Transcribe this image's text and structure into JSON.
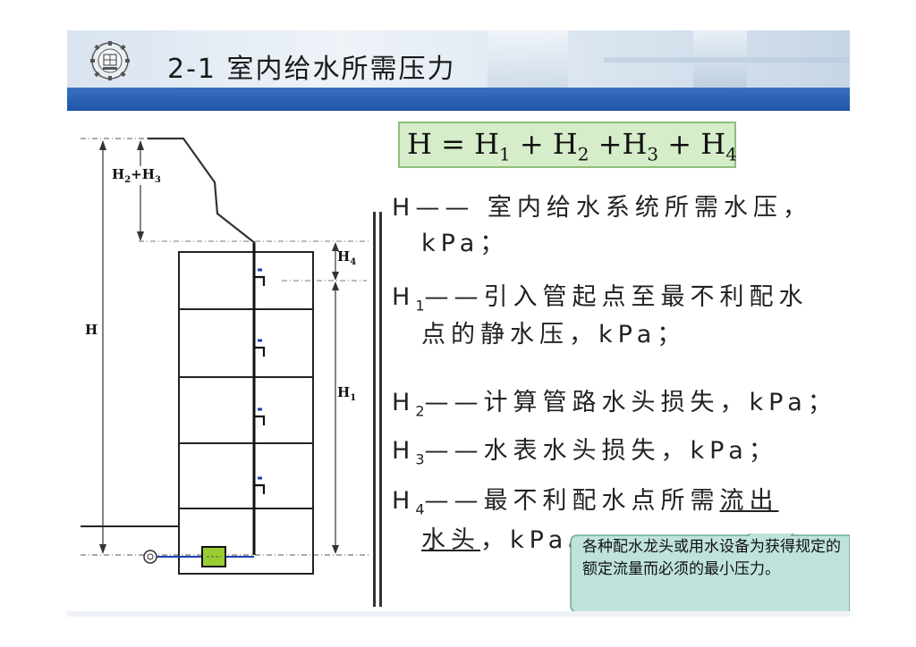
{
  "slide": {
    "title": "2-1 室内给水所需压力",
    "formula": {
      "H": "H",
      "eq": " = ",
      "H1": "H",
      "s1": "1",
      "plus1": " + ",
      "H2": "H",
      "s2": "2",
      "plus2": " +",
      "H3": "H",
      "s3": "3",
      "plus3": " + ",
      "H4": "H",
      "s4": "4"
    },
    "definitions": {
      "h": {
        "sym": "H",
        "line1": "—— 室内给水系统所需水压，",
        "line2": "kPa；"
      },
      "h1": {
        "sym": "H",
        "sub": "1",
        "line1": "——引入管起点至最不利配水",
        "line2": "点的静水压，kPa；"
      },
      "h2": {
        "sym": "H",
        "sub": "2",
        "line1": "——计算管路水头损失，kPa；"
      },
      "h3": {
        "sym": "H",
        "sub": "3",
        "line1": "——水表水头损失，kPa；"
      },
      "h4": {
        "sym": "H",
        "sub": "4",
        "line1a": "——最不利配水点所需",
        "line1b": "流出",
        "line2a": "水头",
        "line2b": "，kPa。"
      }
    },
    "callout": "各种配水龙头或用水设备为获得规定的额定流量而必须的最小压力。",
    "diagram": {
      "label_h2h3": "H",
      "label_h2h3_sub2": "2",
      "label_h2h3_plus": "+H",
      "label_h2h3_sub3": "3",
      "label_h4": "H",
      "label_h4_sub": "4",
      "label_h": "H",
      "label_h1": "H",
      "label_h1_sub": "1"
    },
    "colors": {
      "blue_bar": "#2a62b8",
      "formula_bg": "#d6edc9",
      "callout_bg": "#bfe3dc",
      "meter": "#9acd32",
      "pipe_blue": "#1c3fb0"
    }
  }
}
